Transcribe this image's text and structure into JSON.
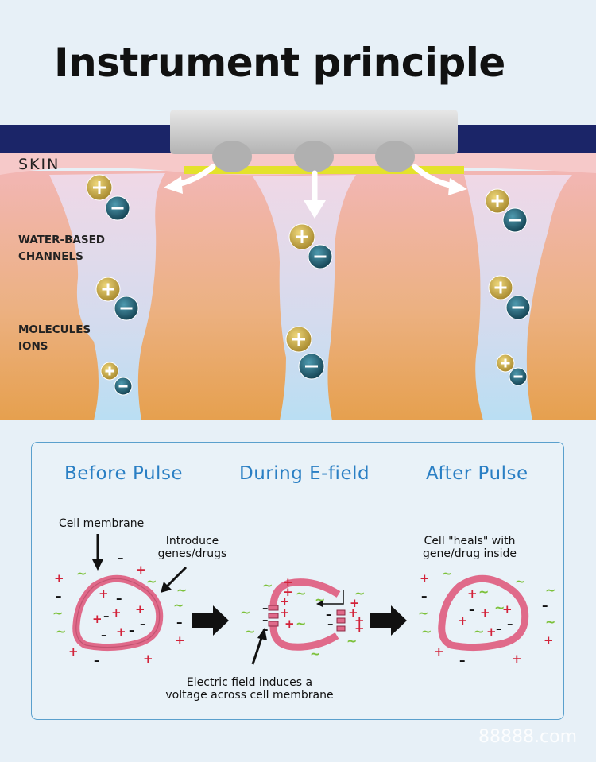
{
  "title": "Instrument principle",
  "skin": {
    "skin_label": "SKIN",
    "channels_label_line1": "WATER-BASED",
    "channels_label_line2": "CHANNELS",
    "molecules_label_line1": "MOLECULES",
    "molecules_label_line2": "IONS"
  },
  "phases": {
    "before": "Before Pulse",
    "during": "During E-field",
    "after": "After Pulse"
  },
  "annotations": {
    "membrane": "Cell membrane",
    "introduce_line1": "Introduce",
    "introduce_line2": "genes/drugs",
    "field_line1": "Electric field induces a",
    "field_line2": "voltage across cell membrane",
    "heals_line1": "Cell \"heals\" with",
    "heals_line2": "gene/drug inside"
  },
  "watermark": "88888.com",
  "colors": {
    "title": "#111111",
    "phase_text": "#2a7fc4",
    "membrane": "#e06a8a",
    "positive": "#d2233a",
    "negative": "#111111",
    "tilde": "#7cc13a",
    "device_top": "#1b2568",
    "skin_band": "#f6c9c9",
    "cation": "#c6a432",
    "anion": "#1e5e72"
  }
}
